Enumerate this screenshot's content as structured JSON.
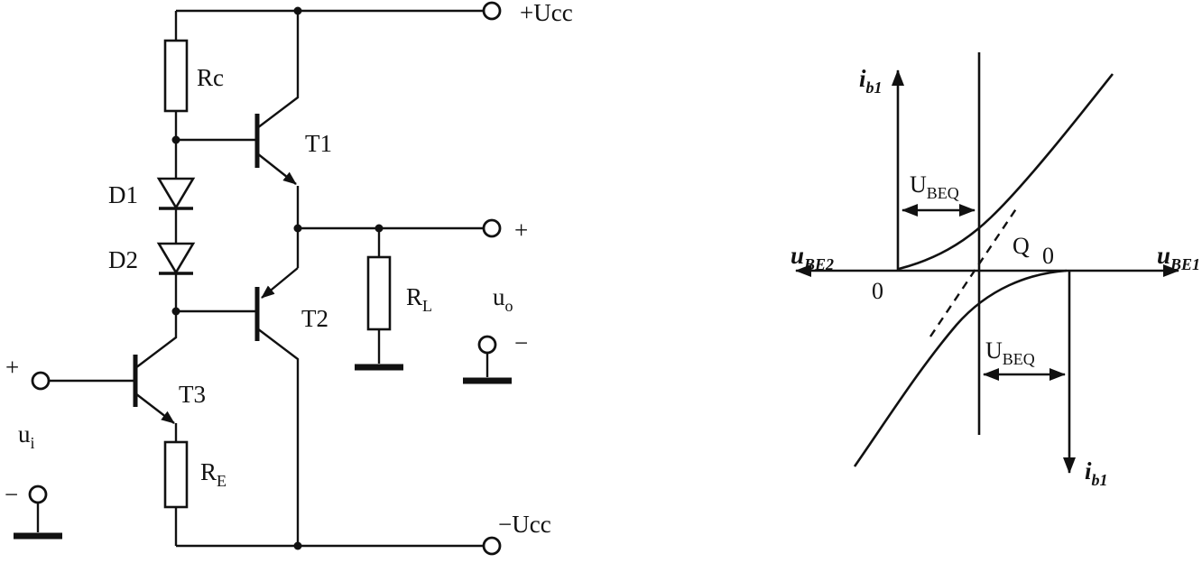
{
  "circuit": {
    "supply_pos": "+Ucc",
    "supply_neg": "−Ucc",
    "rc": "Rc",
    "rl": {
      "base": "R",
      "sub": "L"
    },
    "re": {
      "base": "R",
      "sub": "E"
    },
    "t1": "T1",
    "t2": "T2",
    "t3": "T3",
    "d1": "D1",
    "d2": "D2",
    "ui": {
      "base": "u",
      "sub": "i"
    },
    "uo": {
      "base": "u",
      "sub": "o"
    },
    "input_plus": "+",
    "input_minus": "−",
    "output_plus": "+",
    "output_minus": "−"
  },
  "graph": {
    "ib1_top": {
      "base": "i",
      "sub": "b1"
    },
    "ib1_bottom": {
      "base": "i",
      "sub": "b1"
    },
    "ube2": {
      "base": "u",
      "sub": "BE2"
    },
    "ube1": {
      "base": "u",
      "sub": "BE1"
    },
    "ubeq_top": {
      "base": "U",
      "sub": "BEQ"
    },
    "ubeq_bottom": {
      "base": "U",
      "sub": "BEQ"
    },
    "q_label": "Q",
    "origin_left": "0",
    "origin_right": "0"
  },
  "colors": {
    "ink": "#111111",
    "background": "#ffffff"
  }
}
